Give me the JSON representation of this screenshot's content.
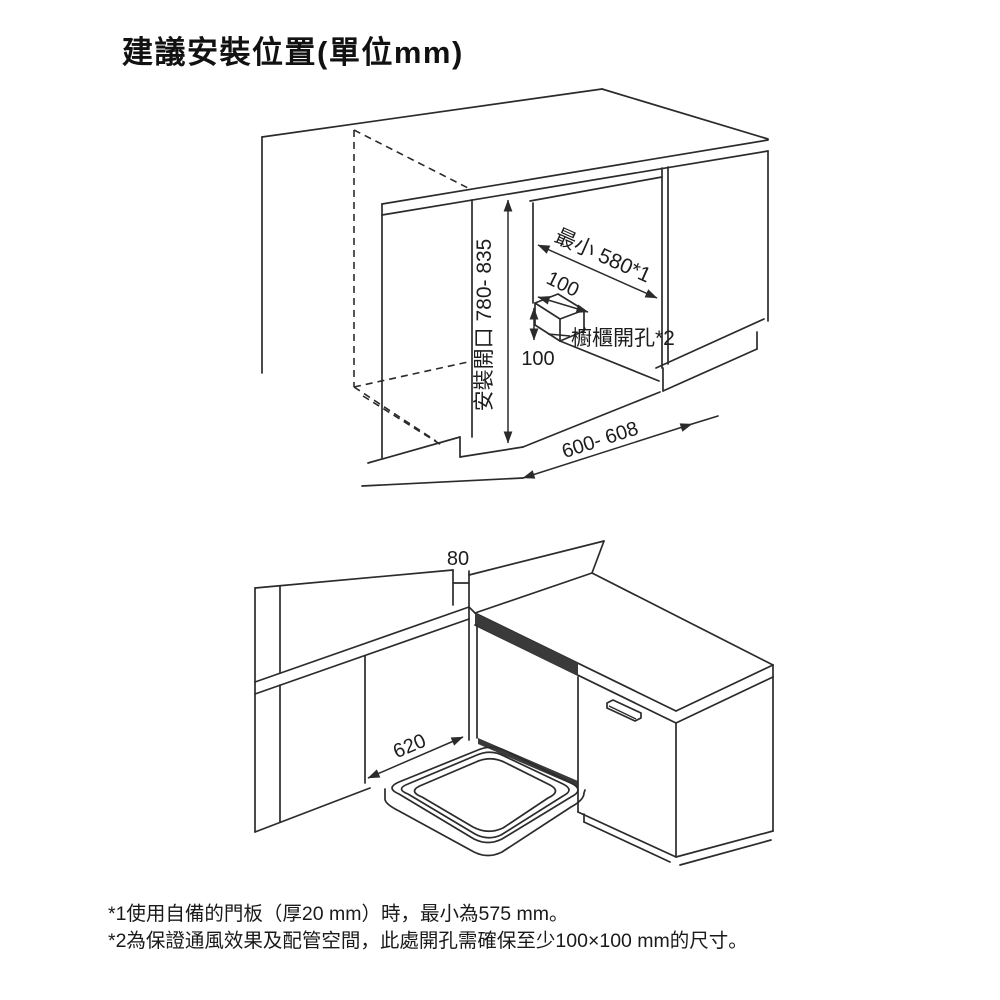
{
  "title": "建議安裝位置(單位mm)",
  "top_diagram": {
    "min_width_label": "最小 580*1",
    "vent_depth_label": "100",
    "vent_height_label": "100",
    "vent_hole_label": "櫥櫃開孔*2",
    "opening_height_label": "安裝開口 780- 835",
    "base_width_label": "600- 608"
  },
  "bottom_diagram": {
    "corner_gap_label": "80",
    "door_clearance_label": "620"
  },
  "footnotes": [
    "*1使用自備的門板（厚20 mm）時，最小為575 mm。",
    "*2為保證通風效果及配管空間，此處開孔需確保至少100×100 mm的尺寸。"
  ],
  "colors": {
    "line": "#2b2b2b",
    "dark_fill": "#3a3a3a",
    "background": "#ffffff",
    "text": "#1d1d1d"
  }
}
